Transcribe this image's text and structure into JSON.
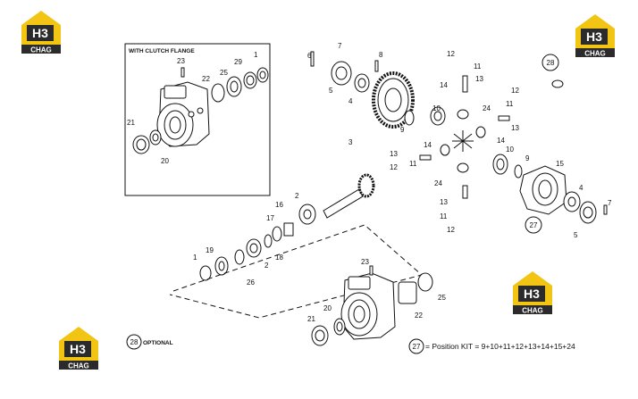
{
  "brand": {
    "logo_text": "H3",
    "logo_sub": "CHAG",
    "colors": {
      "house": "#f2c414",
      "dark": "#2b2b2b",
      "white": "#ffffff"
    }
  },
  "inset": {
    "title": "WITH CLUTCH FLANGE"
  },
  "legend": {
    "optional_num": "28",
    "optional_label": "OPTIONAL",
    "kit_num": "27",
    "kit_text": "= Position KIT = 9+10+11+12+13+14+15+24"
  },
  "callouts": {
    "inset": [
      "23",
      "22",
      "25",
      "29",
      "1",
      "21",
      "20"
    ],
    "upper": [
      "6",
      "7",
      "8",
      "5",
      "4",
      "10",
      "9",
      "3",
      "12",
      "11",
      "13",
      "14",
      "24",
      "12",
      "11",
      "13",
      "14",
      "10",
      "9",
      "15",
      "4",
      "7",
      "5"
    ],
    "lower": [
      "13",
      "12",
      "11",
      "14",
      "24",
      "13",
      "11",
      "12",
      "16",
      "2",
      "17",
      "18",
      "1",
      "19",
      "2",
      "26"
    ],
    "bottom": [
      "23",
      "22",
      "25",
      "20",
      "21"
    ],
    "circled": [
      "28",
      "27"
    ]
  }
}
